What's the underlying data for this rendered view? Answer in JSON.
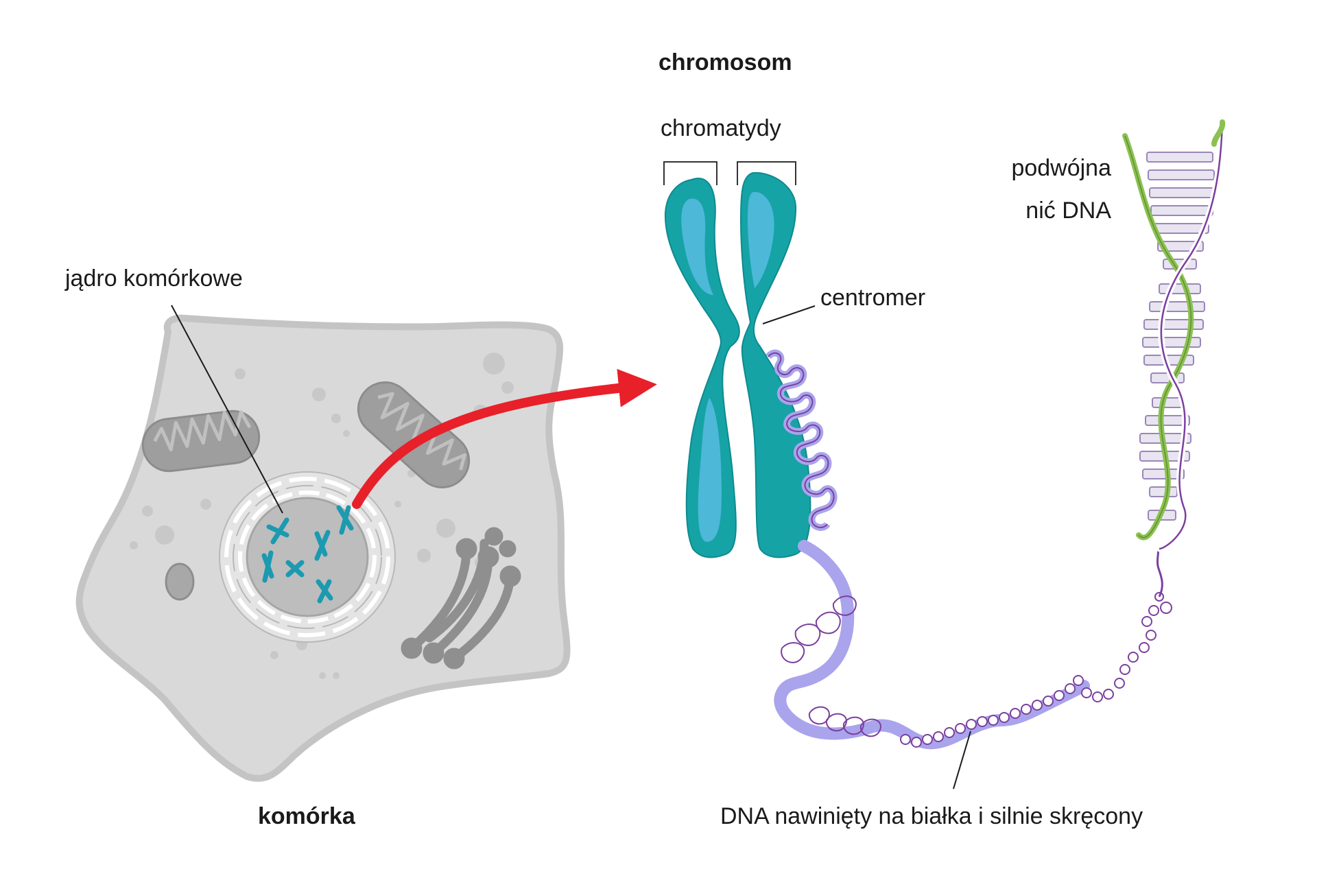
{
  "labels": {
    "chromosome_title": "chromosom",
    "chromatids": "chromatydy",
    "centromere": "centromer",
    "nucleus": "jądro komórkowe",
    "cell": "komórka",
    "dna_double_line1": "podwójna",
    "dna_double_line2": "nić DNA",
    "dna_coiled": "DNA nawinięty na białka i silnie skręcony"
  },
  "icons": {
    "cell": "animal-cell-icon",
    "arrow": "red-curved-arrow-icon",
    "chromosome": "chromosome-icon",
    "dna": "dna-double-helix-icon"
  },
  "colors": {
    "cell_fill": "#d9d9d9",
    "cell_outline": "#c4c4c4",
    "organelle": "#9a9a9a",
    "chromosome_teal": "#15a3a6",
    "chromosome_light": "#4db8d8",
    "dna_lilac": "#a9a4ec",
    "dna_purple": "#7b3f9e",
    "helix_green": "#8cc152",
    "arrow_red": "#e8202a"
  }
}
